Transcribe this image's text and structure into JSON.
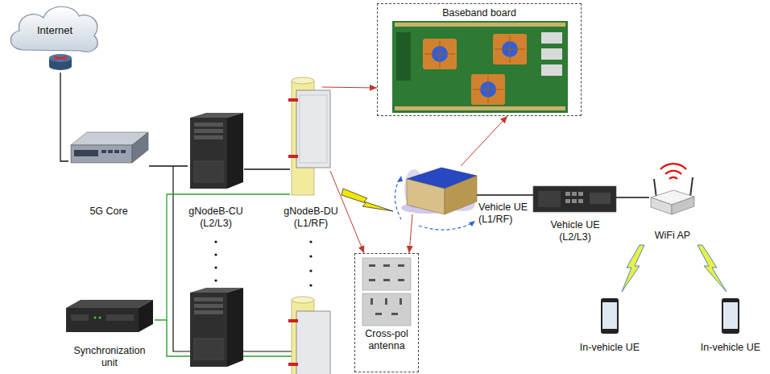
{
  "diagram": {
    "nodes": [
      {
        "text": [
          "Internet"
        ]
      },
      {
        "text": [
          "5G Core"
        ]
      },
      {
        "text": [
          "gNodeB-CU (L2/L3)"
        ]
      },
      {
        "text": [
          "gNodeB-DU (L1/RF)"
        ]
      },
      {
        "text": [
          "Synchronization unit"
        ]
      },
      {
        "text": [
          "Baseband board"
        ]
      },
      {
        "text": [
          "Cross-pol antenna"
        ]
      },
      {
        "text": [
          "Vehicle UE (L1/RF)"
        ]
      },
      {
        "text": [
          "Vehicle UE (L2/L3)"
        ]
      },
      {
        "text": [
          "WiFi AP"
        ]
      },
      {
        "text": [
          "In-vehicle UE"
        ]
      },
      {
        "text": [
          "In-vehicle UE"
        ]
      }
    ],
    "edges": [
      {
        "from": 0,
        "to": 1,
        "arrow": "none"
      },
      {
        "from": 1,
        "to": 2,
        "arrow": "none"
      },
      {
        "from": 2,
        "to": 3,
        "arrow": "none"
      },
      {
        "from": 4,
        "to": 3,
        "arrow": "none"
      },
      {
        "from": 3,
        "to": 5,
        "arrow": "to"
      },
      {
        "from": 7,
        "to": 5,
        "arrow": "to"
      },
      {
        "from": 3,
        "to": 6,
        "arrow": "to"
      },
      {
        "from": 7,
        "to": 6,
        "arrow": "to"
      },
      {
        "from": 7,
        "to": 8,
        "arrow": "none"
      },
      {
        "from": 8,
        "to": 9,
        "arrow": "none"
      }
    ]
  }
}
